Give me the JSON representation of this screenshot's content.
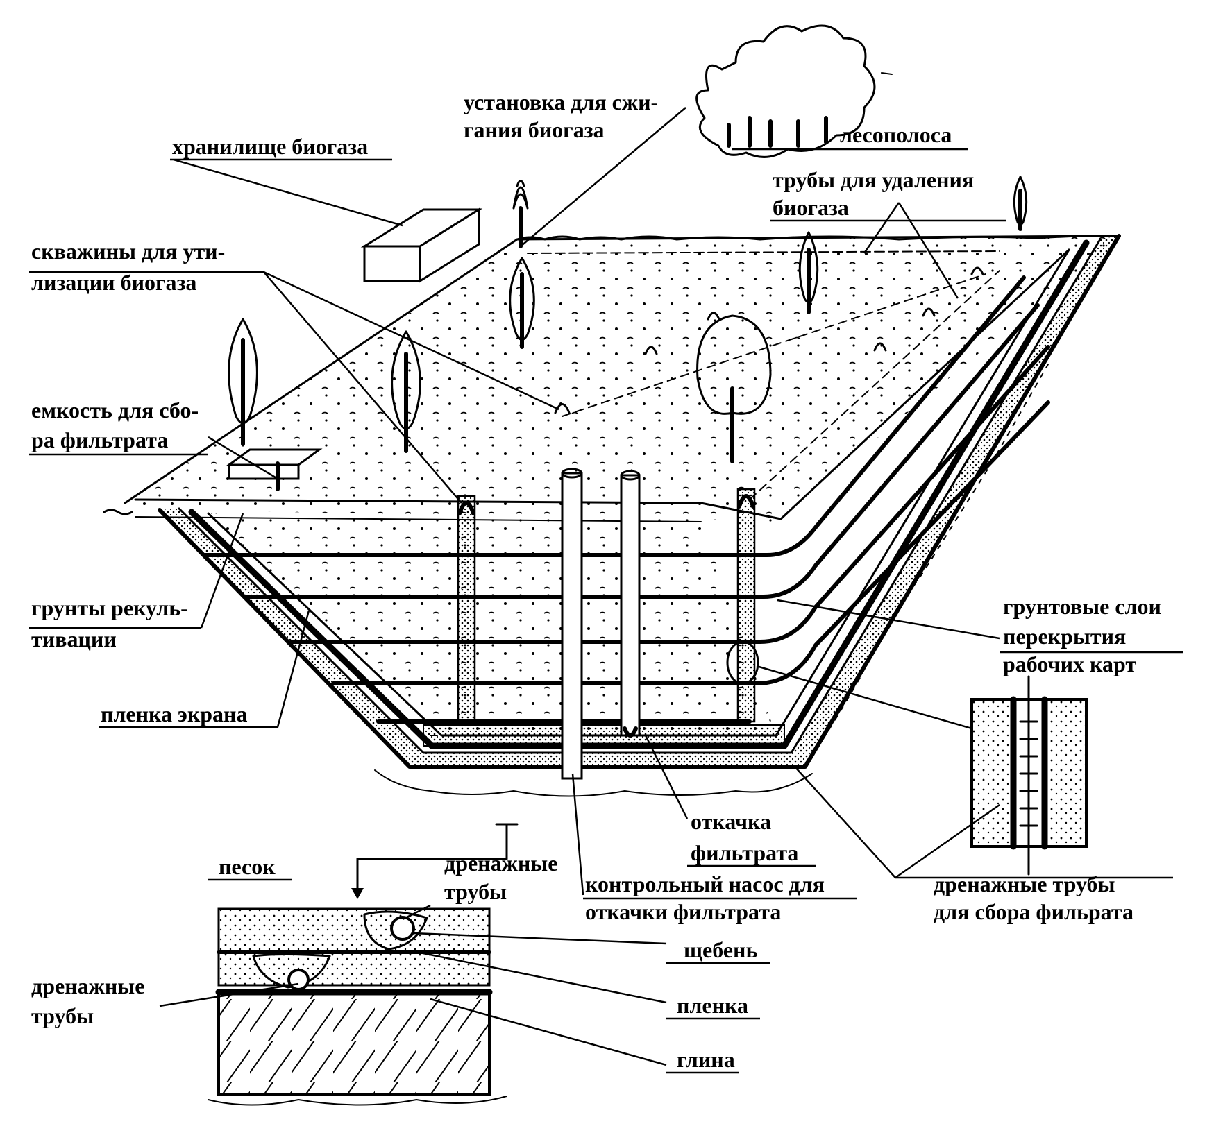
{
  "labels": {
    "biogas_storage": "хранилище биогаза",
    "burner_1": "установка для сжи-",
    "burner_2": "гания биогаза",
    "forest_belt": "лесополоса",
    "removal_pipes_1": "трубы для удаления",
    "removal_pipes_2": "биогаза",
    "wells_1": "скважины для ути-",
    "wells_2": "лизации биогаза",
    "tank_1": "емкость для сбо-",
    "tank_2": "ра фильтрата",
    "recult_1": "грунты рекуль-",
    "recult_2": "тивации",
    "screen_film": "пленка экрана",
    "cover_layers_1": "грунтовые слои",
    "cover_layers_2": "перекрытия",
    "cover_layers_3": "рабочих карт",
    "pumping_1": "откачка",
    "pumping_2": "фильтрата",
    "control_pump_1": "контрольный насос для",
    "control_pump_2": "откачки фильтрата",
    "collect_pipes_1": "дренажные трубы",
    "collect_pipes_2": "для сбора фильрата",
    "sand": "песок",
    "drain_top_1": "дренажные",
    "drain_top_2": "трубы",
    "gravel": "щебень",
    "drain_left_1": "дренажные",
    "drain_left_2": "трубы",
    "film": "пленка",
    "clay": "глина"
  }
}
